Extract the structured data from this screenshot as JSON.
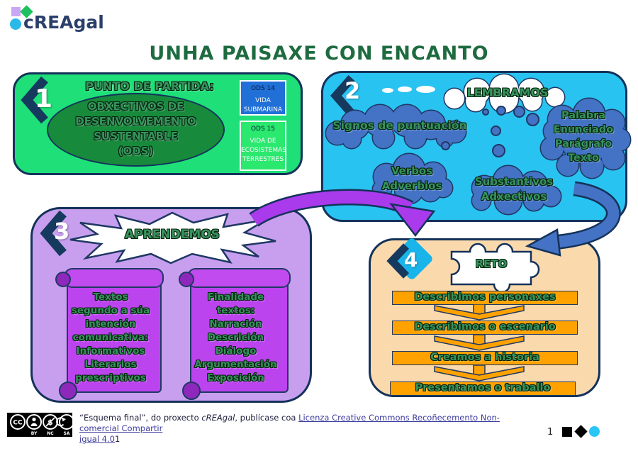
{
  "logo": {
    "text": "cREAgal"
  },
  "title": "UNHA PAISAXE CON ENCANTO",
  "sections": {
    "punto": {
      "number": "1",
      "heading": "PUNTO DE PARTIDA:",
      "ellipse": "OBXECTIVOS DE\nDESENVOLVEMENTO\nSUSTENTABLE\n(ODS)",
      "ods14_title": "ODS 14",
      "ods14_body": "VIDA\nSUBMARINA",
      "ods15_title": "ODS 15",
      "ods15_body": "VIDA DE\nECOSISTEMAS\nTERRESTRES"
    },
    "lembramos": {
      "number": "2",
      "heading": "LEMBRAMOS",
      "cloud_signos": "Signos de puntuación",
      "cloud_palabra": "Palabra\nEnunciado\nParágrafo\nTexto",
      "cloud_verbos": "Verbos\nAdverbios",
      "cloud_substantivos": "Substantivos\nAdxectivos"
    },
    "aprendemos": {
      "number": "3",
      "heading": "APRENDEMOS",
      "scroll_left": "Textos\nsegundo a súa\nintención\ncomunicativa:\nInformativos\nLiterarios\nprescriptivos",
      "scroll_right": "Finalidade\ntextos:\nNarración\nDescrición\nDiálogo\nArgumentación\nExposición"
    },
    "reto": {
      "number": "4",
      "heading": "RETO",
      "steps": [
        "Describimos personaxes",
        "Describimos o escenario",
        "Creamos a historia",
        "Presentamos o traballo"
      ]
    }
  },
  "footer": {
    "cc_symbol": "CC",
    "cc": [
      "BY",
      "NC",
      "SA"
    ],
    "prefix": "“Esquema final”, do proxecto ",
    "brand": "cREAgal",
    "middle": ", publícase coa ",
    "link_line1": "Licenza Creative Commons Recoñecemento Non-comercial  Compartir ",
    "link_line2": "igual 4.0",
    "suffix": "1",
    "page": "1"
  },
  "colors": {
    "section1_bg": "#1EDF78",
    "section2_bg": "#29C3F1",
    "section3_bg": "#C79FEE",
    "section4_bg": "#FAD9AD",
    "cloud_blue": "#4472C4",
    "scroll_purple": "#BB44EE",
    "bar_orange": "#FFA200",
    "accent_navy": "#14325A",
    "title_green": "#1E6B40",
    "arrow_purple": "#A93BEC",
    "arrow_blue": "#4472C4"
  }
}
